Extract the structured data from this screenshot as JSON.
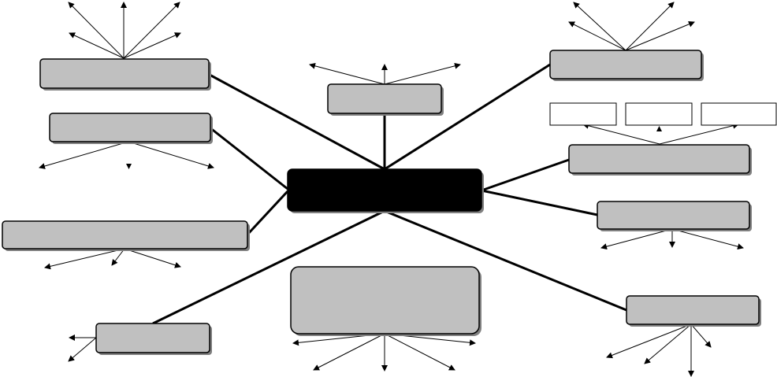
{
  "diagram": {
    "type": "mind-map",
    "colors": {
      "center_fill": "#000000",
      "node_fill": "#c0c0c0",
      "empty_box_fill": "#ffffff",
      "shadow": "#808080",
      "line": "#000000"
    },
    "center": {
      "label": ""
    },
    "nodes": [
      {
        "id": "top-left",
        "label": ""
      },
      {
        "id": "left-upper",
        "label": ""
      },
      {
        "id": "left-long",
        "label": ""
      },
      {
        "id": "bottom-left",
        "label": ""
      },
      {
        "id": "top-center",
        "label": ""
      },
      {
        "id": "bottom-center",
        "label": ""
      },
      {
        "id": "top-right",
        "label": ""
      },
      {
        "id": "right-upper",
        "label": ""
      },
      {
        "id": "right-middle",
        "label": ""
      },
      {
        "id": "bottom-right",
        "label": ""
      }
    ],
    "empty_boxes": [
      {
        "id": "empty-box-1",
        "label": ""
      },
      {
        "id": "empty-box-2",
        "label": ""
      },
      {
        "id": "empty-box-3",
        "label": ""
      }
    ]
  }
}
